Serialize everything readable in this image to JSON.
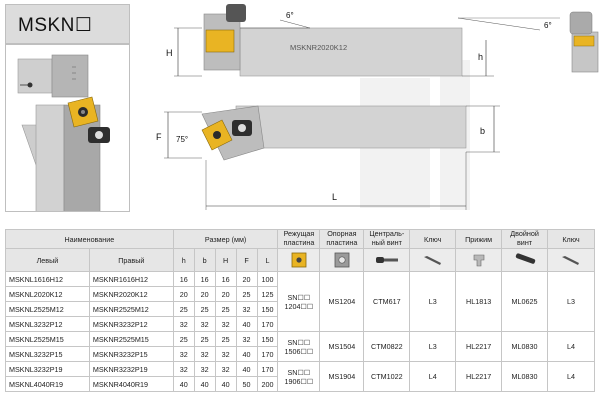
{
  "title": "MSKN☐",
  "drawing": {
    "angle_top_left": "6°",
    "angle_top_right": "6°",
    "angle_side": "75°",
    "dim_H": "H",
    "dim_h": "h",
    "dim_F": "F",
    "dim_b": "b",
    "dim_L": "L",
    "engraving": "MSKNR2020K12"
  },
  "table": {
    "header_name": "Наименование",
    "header_dims": "Размер (мм)",
    "header_insert": "Режущая пластина",
    "header_support": "Опорная пластина",
    "header_pin": "Централь-ный винт",
    "header_key": "Ключ",
    "header_clamp": "Прижим",
    "header_double": "Двойной винт",
    "header_key2": "Ключ",
    "sub_left": "Левый",
    "sub_right": "Правый",
    "sub_dims": [
      "h",
      "b",
      "H",
      "F",
      "L"
    ],
    "rows": [
      {
        "left": "MSKNL1616H12",
        "right": "MSKNR1616H12",
        "h": "16",
        "b": "16",
        "H": "16",
        "F": "20",
        "L": "100"
      },
      {
        "left": "MSKNL2020K12",
        "right": "MSKNR2020K12",
        "h": "20",
        "b": "20",
        "H": "20",
        "F": "25",
        "L": "125"
      },
      {
        "left": "MSKNL2525M12",
        "right": "MSKNR2525M12",
        "h": "25",
        "b": "25",
        "H": "25",
        "F": "32",
        "L": "150"
      },
      {
        "left": "MSKNL3232P12",
        "right": "MSKNR3232P12",
        "h": "32",
        "b": "32",
        "H": "32",
        "F": "40",
        "L": "170"
      },
      {
        "left": "MSKNL2525M15",
        "right": "MSKNR2525M15",
        "h": "25",
        "b": "25",
        "H": "25",
        "F": "32",
        "L": "150"
      },
      {
        "left": "MSKNL3232P15",
        "right": "MSKNR3232P15",
        "h": "32",
        "b": "32",
        "H": "32",
        "F": "40",
        "L": "170"
      },
      {
        "left": "MSKNL3232P19",
        "right": "MSKNR3232P19",
        "h": "32",
        "b": "32",
        "H": "32",
        "F": "40",
        "L": "170"
      },
      {
        "left": "MSKNL4040R19",
        "right": "MSKNR4040R19",
        "h": "40",
        "b": "40",
        "H": "40",
        "F": "50",
        "L": "200"
      }
    ],
    "groups": [
      {
        "insert_a": "SN☐☐",
        "insert_b": "1204☐☐",
        "support": "MS1204",
        "pin": "CTM617",
        "key": "L3",
        "clamp": "HL1813",
        "double": "ML0625",
        "key2": "L3"
      },
      {
        "insert_a": "SN☐☐",
        "insert_b": "1506☐☐",
        "support": "MS1504",
        "pin": "CTM0822",
        "key": "L3",
        "clamp": "HL2217",
        "double": "ML0830",
        "key2": "L4"
      },
      {
        "insert_a": "SN☐☐",
        "insert_b": "1906☐☐",
        "support": "MS1904",
        "pin": "CTM1022",
        "key": "L4",
        "clamp": "HL2217",
        "double": "ML0830",
        "key2": "L4"
      }
    ]
  },
  "icons": [
    "square-insert-icon",
    "shim-plate-icon",
    "screw-icon",
    "hex-key-icon",
    "clamp-icon",
    "double-screw-icon",
    "hex-key-icon"
  ],
  "colors": {
    "insert_gold": "#e9b423",
    "holder_gray": "#c9c9c9",
    "header_bg": "#e6e6e6",
    "border": "#c6c6c6"
  }
}
